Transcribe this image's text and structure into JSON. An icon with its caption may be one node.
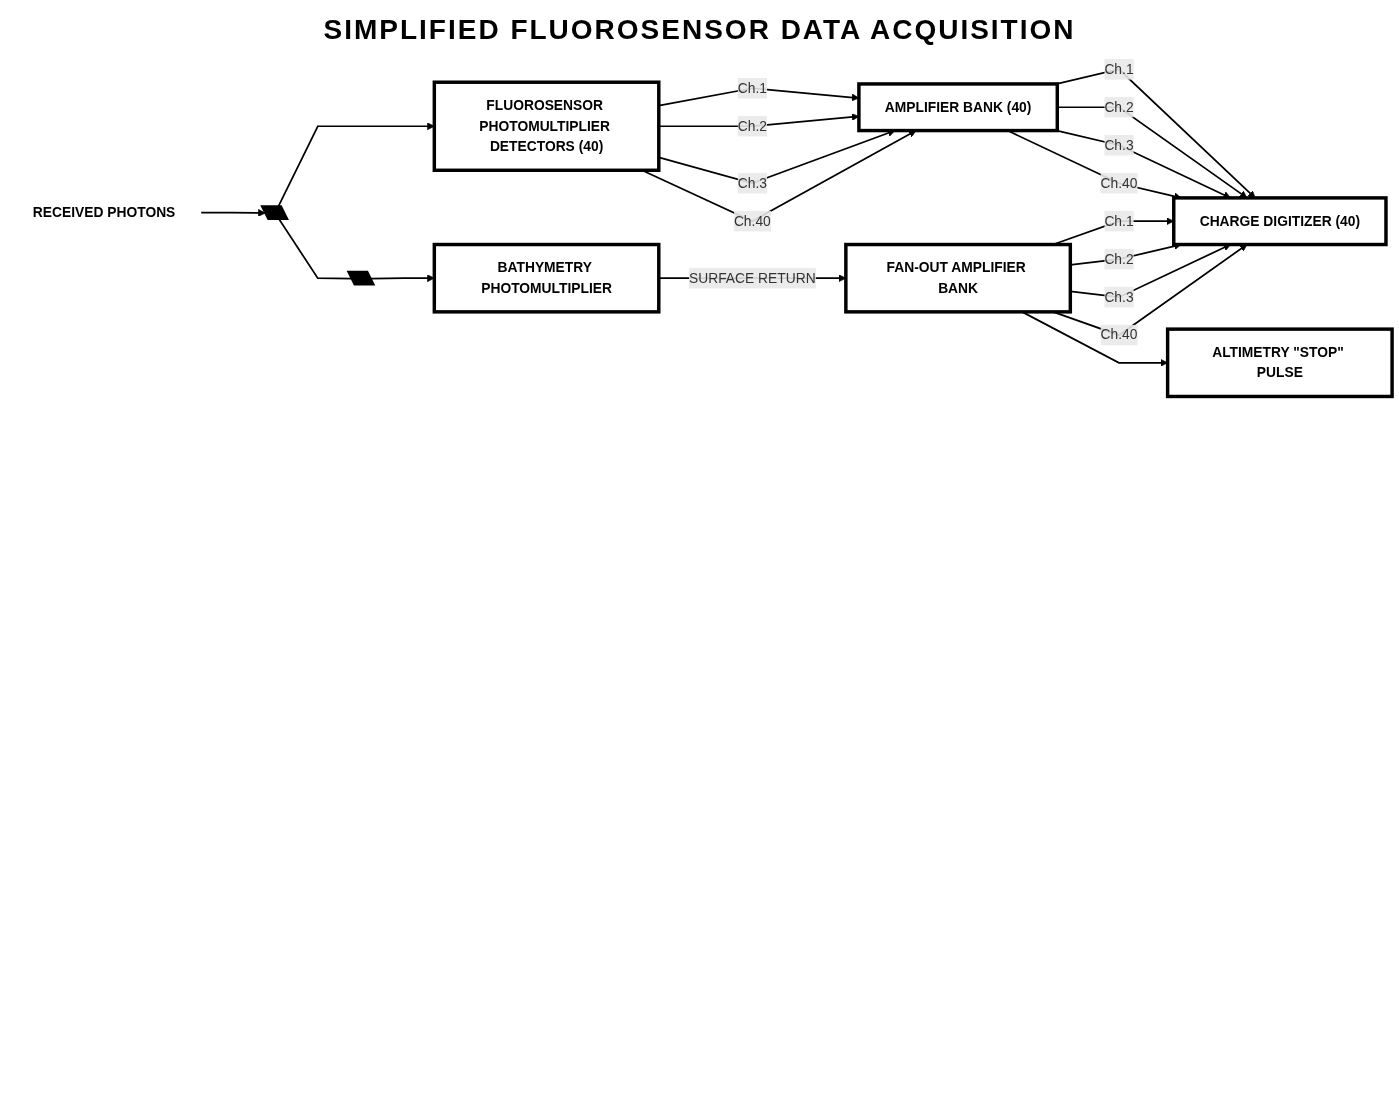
{
  "diagram": {
    "title": "SIMPLIFIED FLUOROSENSOR DATA ACQUISITION",
    "nodes": [
      {
        "text": [
          "RECEIVED PHOTONS"
        ]
      },
      {
        "text": [],
        "shape": "bar"
      },
      {
        "text": [],
        "shape": "bar"
      },
      {
        "text": [
          "FLUOROSENSOR PHOTOMULTIPLIER DETECTORS (40)"
        ]
      },
      {
        "text": [
          "AMPLIFIER BANK (40)"
        ]
      },
      {
        "text": [
          "CHARGE DIGITIZER (40)"
        ]
      },
      {
        "text": [
          "BATHYMETRY PHOTOMULTIPLIER"
        ]
      },
      {
        "text": [
          "FAN-OUT AMPLIFIER BANK"
        ]
      },
      {
        "text": [
          "ALTIMETRY \"STOP\" PULSE"
        ]
      }
    ],
    "edges": [
      {
        "from": 0,
        "to": 1,
        "arrow": "to"
      },
      {
        "from": 1,
        "to": 3,
        "arrow": "to"
      },
      {
        "from": 1,
        "to": 2,
        "arrow": "none"
      },
      {
        "from": 2,
        "to": 6,
        "arrow": "to"
      },
      {
        "from": 3,
        "to": 4,
        "arrow": "to",
        "label": "Ch.1"
      },
      {
        "from": 3,
        "to": 4,
        "arrow": "to",
        "label": "Ch.2"
      },
      {
        "from": 3,
        "to": 4,
        "arrow": "to",
        "label": "Ch.3"
      },
      {
        "from": 3,
        "to": 4,
        "arrow": "to",
        "label": "Ch.40"
      },
      {
        "from": 4,
        "to": 5,
        "arrow": "to",
        "label": "Ch.1"
      },
      {
        "from": 4,
        "to": 5,
        "arrow": "to",
        "label": "Ch.2"
      },
      {
        "from": 4,
        "to": 5,
        "arrow": "to",
        "label": "Ch.3"
      },
      {
        "from": 4,
        "to": 5,
        "arrow": "to",
        "label": "Ch.40"
      },
      {
        "from": 6,
        "to": 7,
        "arrow": "to",
        "label": "SURFACE RETURN"
      },
      {
        "from": 7,
        "to": 5,
        "arrow": "to",
        "label": "Ch.1"
      },
      {
        "from": 7,
        "to": 5,
        "arrow": "to",
        "label": "Ch.2"
      },
      {
        "from": 7,
        "to": 5,
        "arrow": "to",
        "label": "Ch.3"
      },
      {
        "from": 7,
        "to": 5,
        "arrow": "to",
        "label": "Ch.40"
      },
      {
        "from": 7,
        "to": 8,
        "arrow": "to"
      }
    ]
  }
}
